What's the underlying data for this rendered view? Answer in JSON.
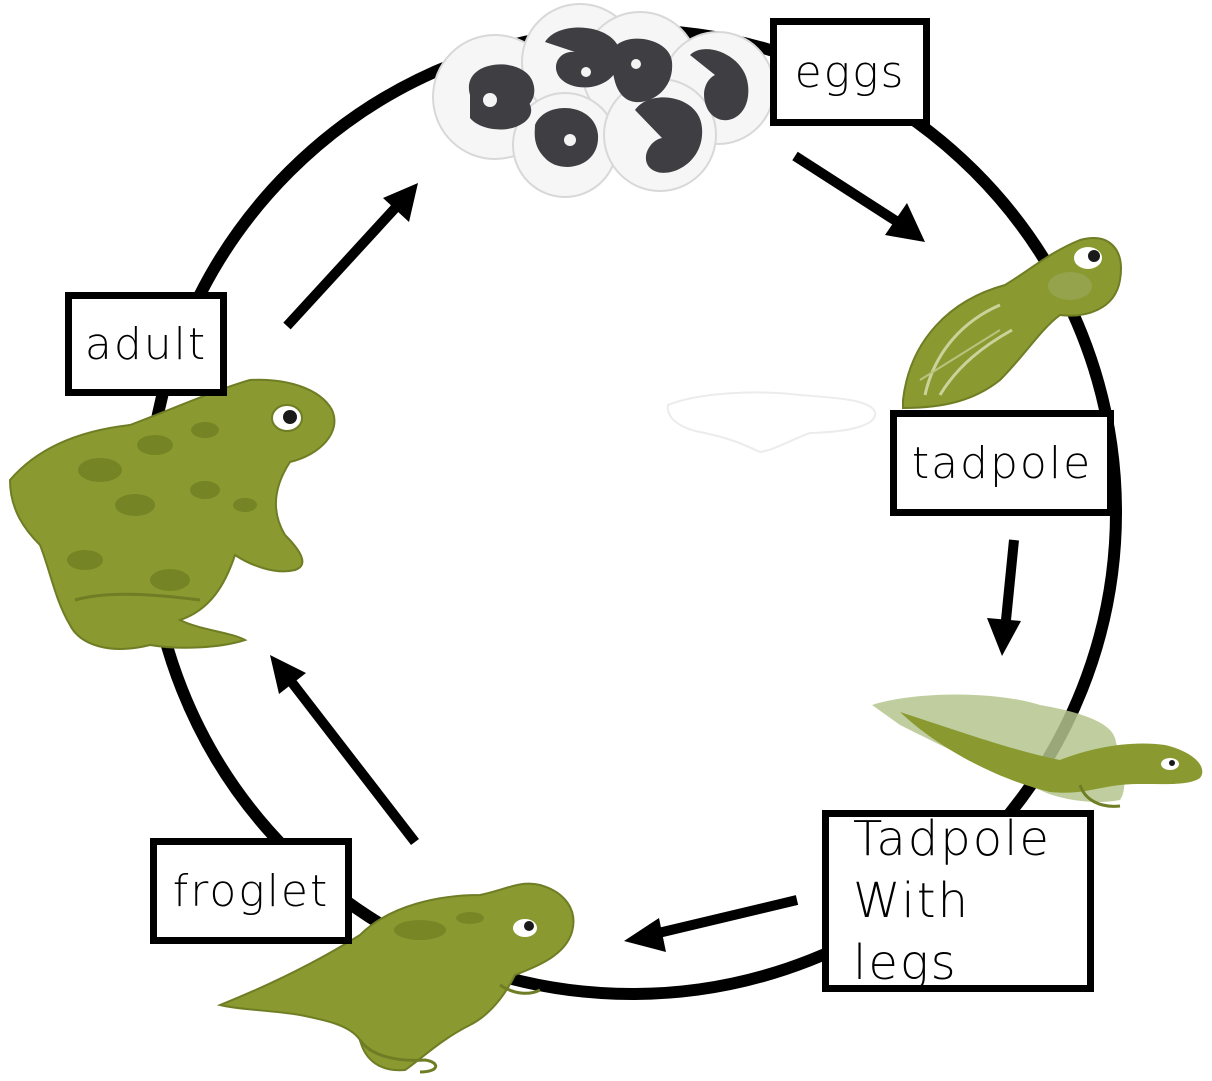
{
  "diagram": {
    "stages": [
      {
        "id": "eggs",
        "label": "eggs",
        "icon": "frog-eggs-icon"
      },
      {
        "id": "tadpole",
        "label": "tadpole",
        "icon": "tadpole-icon"
      },
      {
        "id": "tadpole-with-legs",
        "label_line1": "Tadpole",
        "label_line2": "With legs",
        "icon": "tadpole-with-legs-icon"
      },
      {
        "id": "froglet",
        "label": "froglet",
        "icon": "froglet-icon"
      },
      {
        "id": "adult",
        "label": "adult",
        "icon": "adult-frog-icon"
      }
    ],
    "colors": {
      "ring": "#000000",
      "frog_green": "#8a9a30",
      "frog_outline": "#6f7d24",
      "frog_spot": "#6c7a1f",
      "egg_dark": "#3f3f43",
      "egg_membrane": "#f4f4f4",
      "tadpole_shadow": "#b5c58e"
    }
  }
}
